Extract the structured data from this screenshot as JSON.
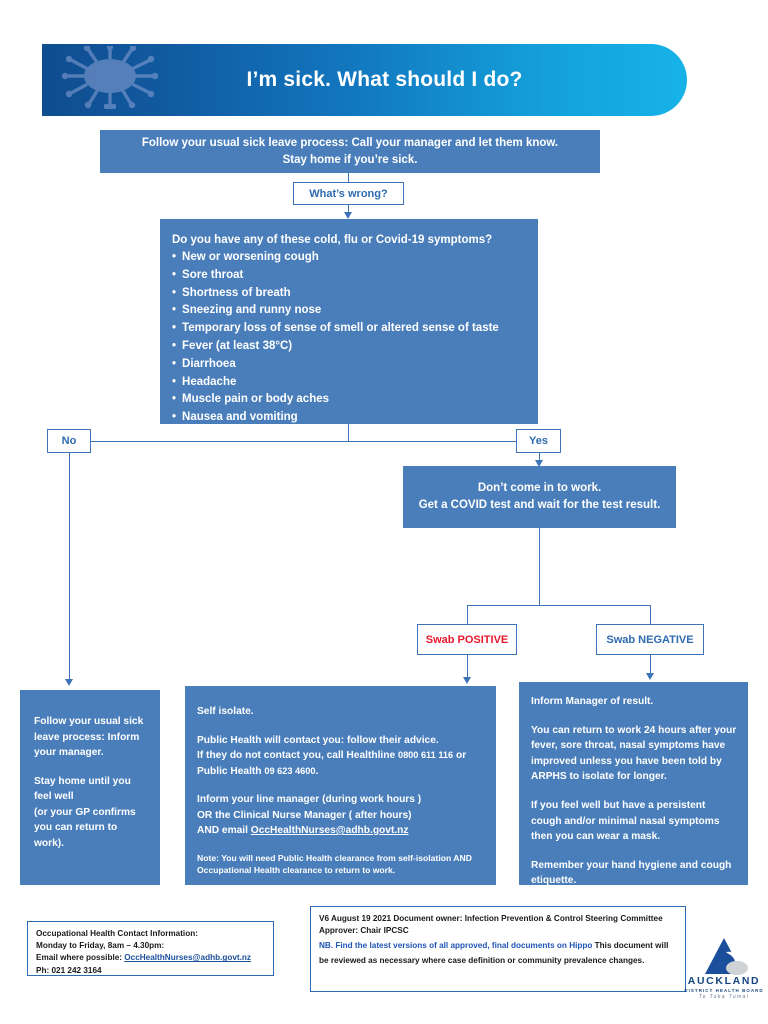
{
  "header": {
    "title": "I’m sick. What should I do?",
    "virus_icon": "coronavirus-icon",
    "gradient_start": "#0f4d8f",
    "gradient_end": "#17b3e8"
  },
  "colors": {
    "box_fill": "#4a7ebb",
    "line": "#3d73b8",
    "decision_text": "#2e6bb0",
    "positive_red": "#e8192c",
    "link_blue": "#1b4f9c"
  },
  "flow": {
    "start": {
      "line1": "Follow your usual sick leave process: Call your manager and let them know.",
      "line2": "Stay home if you’re sick."
    },
    "decision": "What’s wrong?",
    "symptoms": {
      "question": "Do you have any of these cold, flu or Covid-19 symptoms?",
      "items": [
        "New or worsening cough",
        "Sore throat",
        "Shortness of breath",
        "Sneezing and runny nose",
        "Temporary loss of sense of smell or altered sense of taste",
        "Fever (at least 38°C)",
        "Diarrhoea",
        "Headache",
        "Muscle pain or body aches",
        "Nausea and vomiting"
      ]
    },
    "branch_no": "No",
    "branch_yes": "Yes",
    "dont_come_in": {
      "line1": "Don’t come in to work.",
      "line2": "Get a COVID test and wait for the test result."
    },
    "swab_positive": "Swab POSITIVE",
    "swab_negative": "Swab NEGATIVE"
  },
  "outcomes": {
    "no_symptoms": {
      "p1": "Follow your usual sick leave process: Inform your manager.",
      "p2": "Stay home until you feel well",
      "p3": "(or your GP confirms you can return to work)."
    },
    "positive": {
      "p1": "Self isolate.",
      "p2a": "Public Health will contact you: follow their advice.",
      "p2b_pre": "If they do not contact you, call Healthline ",
      "p2b_tel1": "0800 611 116",
      "p2b_mid": "  or",
      "p2c_pre": "Public Health ",
      "p2c_tel2": "09 623 4600",
      "p2c_post": ".",
      "p3a": "Inform your line manager (during work hours )",
      "p3b": "OR the Clinical Nurse Manager ( after hours)",
      "p3c_pre": "AND email ",
      "p3c_email": "OccHealthNurses@adhb.govt.nz",
      "p4a": "Note: You will need Public Health clearance from self-isolation AND",
      "p4b": "Occupational Health clearance to return to work."
    },
    "negative": {
      "p1": "Inform Manager of result.",
      "p2": "You can return to work 24 hours after your fever, sore throat, nasal symptoms have improved unless you have been told by ARPHS to isolate for longer.",
      "p3": "If you feel  well but have a persistent cough and/or minimal nasal symptoms  then you can wear a mask.",
      "p4": "Remember your  hand hygiene and  cough etiquette."
    }
  },
  "footer": {
    "contact": {
      "l1": "Occupational Health Contact Information:",
      "l2": "Monday to Friday, 8am – 4.30pm:",
      "l3_pre": "Email where possible: ",
      "l3_email": "OccHealthNurses@adhb.govt.nz",
      "l4": "Ph: 021 242 3164"
    },
    "version": {
      "l1": "V6 August 19 2021 Document owner: Infection Prevention & Control Steering Committee",
      "l2": "Approver: Chair IPCSC",
      "nb": "NB. Find the latest versions of all approved, final documents on Hippo",
      "nb_rest": " This document will be reviewed as necessary where case definition or community prevalence changes."
    },
    "logo": {
      "line1": "AUCKLAND",
      "line2": "DISTRICT HEALTH BOARD",
      "line3": "Te Toka Tumai"
    }
  }
}
